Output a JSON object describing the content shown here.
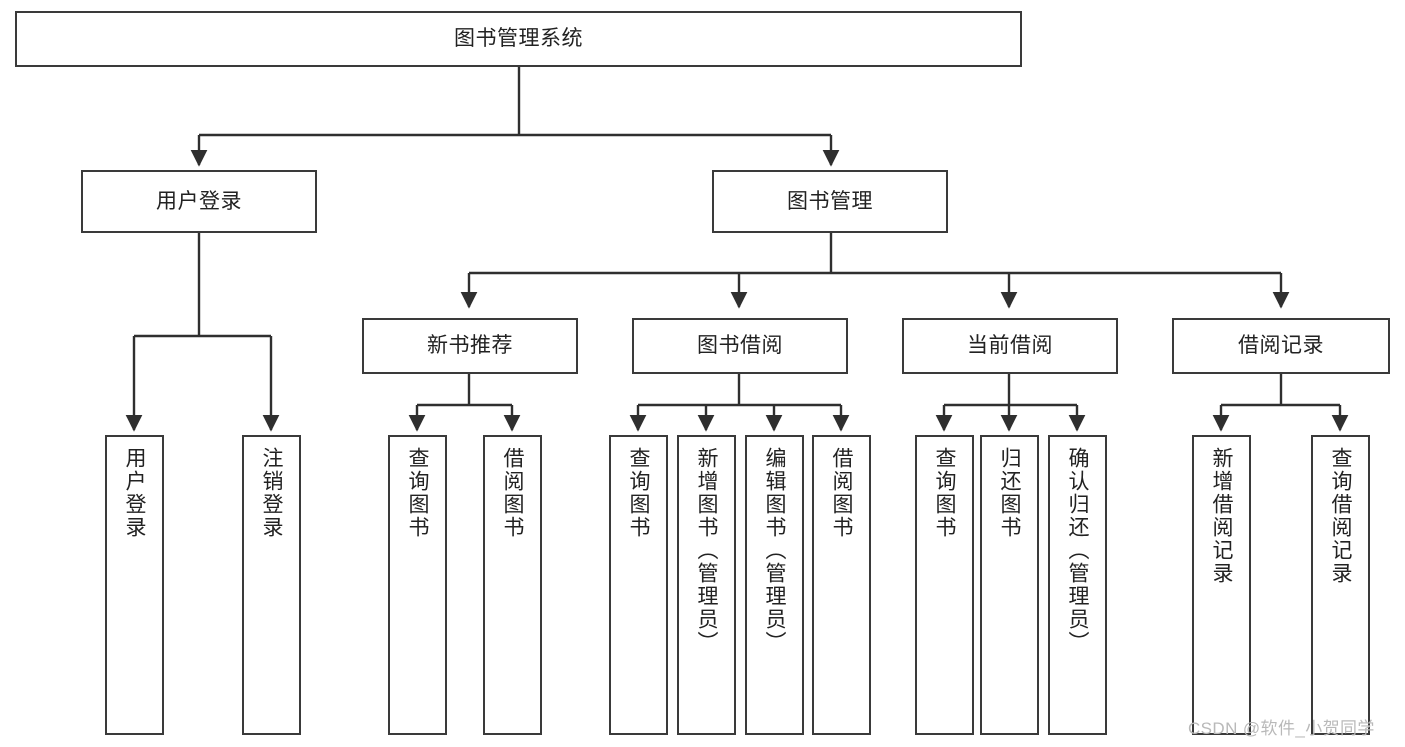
{
  "diagram": {
    "type": "tree",
    "title": "图书管理系统",
    "orientation": "top-down",
    "root": {
      "id": "root",
      "label": "图书管理系统",
      "text_direction": "horizontal"
    },
    "level1": [
      {
        "id": "user-login",
        "label": "用户登录",
        "text_direction": "horizontal"
      },
      {
        "id": "book-management",
        "label": "图书管理",
        "text_direction": "horizontal"
      }
    ],
    "level2": [
      {
        "id": "new-book-recommend",
        "label": "新书推荐",
        "parent": "book-management",
        "text_direction": "horizontal"
      },
      {
        "id": "book-borrow",
        "label": "图书借阅",
        "parent": "book-management",
        "text_direction": "horizontal"
      },
      {
        "id": "current-borrow",
        "label": "当前借阅",
        "parent": "book-management",
        "text_direction": "horizontal"
      },
      {
        "id": "borrow-record",
        "label": "借阅记录",
        "parent": "book-management",
        "text_direction": "horizontal"
      }
    ],
    "leaves": [
      {
        "id": "leaf-user-login",
        "label": "用户登录",
        "parent": "user-login",
        "text_direction": "vertical"
      },
      {
        "id": "leaf-logout-login",
        "label": "注销登录",
        "parent": "user-login",
        "text_direction": "vertical"
      },
      {
        "id": "leaf-query-book-1",
        "label": "查询图书",
        "parent": "new-book-recommend",
        "text_direction": "vertical"
      },
      {
        "id": "leaf-borrow-book-1",
        "label": "借阅图书",
        "parent": "new-book-recommend",
        "text_direction": "vertical"
      },
      {
        "id": "leaf-query-book-2",
        "label": "查询图书",
        "parent": "book-borrow",
        "text_direction": "vertical"
      },
      {
        "id": "leaf-add-book",
        "label": "新增图书（管理员）",
        "parent": "book-borrow",
        "text_direction": "vertical"
      },
      {
        "id": "leaf-edit-book",
        "label": "编辑图书（管理员）",
        "parent": "book-borrow",
        "text_direction": "vertical"
      },
      {
        "id": "leaf-borrow-book-2",
        "label": "借阅图书",
        "parent": "book-borrow",
        "text_direction": "vertical"
      },
      {
        "id": "leaf-query-book-3",
        "label": "查询图书",
        "parent": "current-borrow",
        "text_direction": "vertical"
      },
      {
        "id": "leaf-return-book",
        "label": "归还图书",
        "parent": "current-borrow",
        "text_direction": "vertical"
      },
      {
        "id": "leaf-confirm-return",
        "label": "确认归还（管理员）",
        "parent": "current-borrow",
        "text_direction": "vertical"
      },
      {
        "id": "leaf-add-record",
        "label": "新增借阅记录",
        "parent": "borrow-record",
        "text_direction": "vertical"
      },
      {
        "id": "leaf-query-record",
        "label": "查询借阅记录",
        "parent": "borrow-record",
        "text_direction": "vertical"
      }
    ],
    "colors": {
      "box_border": "#3a3a3a",
      "box_fill": "#ffffff",
      "edge": "#2f2f2f",
      "text": "#222222",
      "watermark": "#b9b9b9"
    }
  },
  "watermark": {
    "text": "CSDN @软件_小贺同学"
  }
}
